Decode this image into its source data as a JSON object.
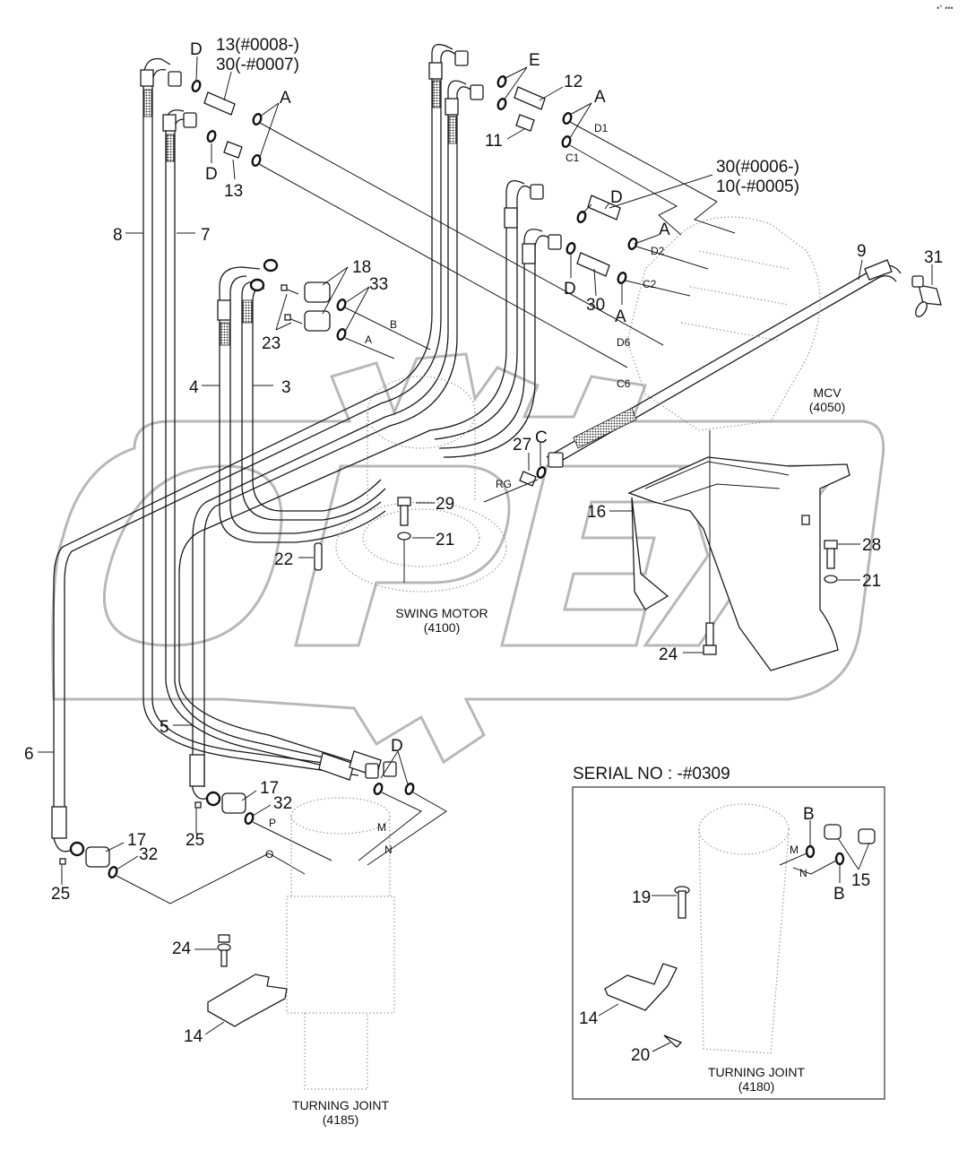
{
  "title_marks": "•° •••",
  "watermark_text": "OPEX",
  "components": {
    "mcv": {
      "name": "MCV",
      "code": "(4050)"
    },
    "swing_motor": {
      "name": "SWING MOTOR",
      "code": "(4100)"
    },
    "turning_joint_main": {
      "name": "TURNING JOINT",
      "code": "(4185)"
    },
    "turning_joint_inset": {
      "name": "TURNING JOINT",
      "code": "(4180)"
    }
  },
  "inset": {
    "serial_label": "SERIAL NO : -#0309"
  },
  "callouts": {
    "c13_30_line1": "13(#0008-)",
    "c13_30_line2": "30(-#0007)",
    "c30_10_line1": "30(#0006-)",
    "c30_10_line2": "10(-#0005)",
    "d_top_left_1": "D",
    "d_top_left_2": "D",
    "a_top_left": "A",
    "n13": "13",
    "e_top": "E",
    "n12": "12",
    "n11": "11",
    "a_top_right": "A",
    "d_mid_1": "D",
    "d_mid_2": "D",
    "a_mid_1": "A",
    "a_mid_2": "A",
    "n30": "30",
    "n8": "8",
    "n7": "7",
    "n18": "18",
    "n33": "33",
    "n23": "23",
    "n4": "4",
    "n3": "3",
    "n9": "9",
    "n31": "31",
    "n27": "27",
    "c_fit": "C",
    "n16": "16",
    "n29": "29",
    "n21_motor": "21",
    "n22": "22",
    "n28": "28",
    "n21_bracket": "21",
    "n24_bracket": "24",
    "n5": "5",
    "n6": "6",
    "d_bottom": "D",
    "n17_right": "17",
    "n32_right": "32",
    "n25_right": "25",
    "n17_left": "17",
    "n32_left": "32",
    "n25_left": "25",
    "n24_joint": "24",
    "n14_joint": "14",
    "inset_b_top": "B",
    "inset_b_bottom": "B",
    "inset_15": "15",
    "inset_19": "19",
    "inset_14": "14",
    "inset_20": "20"
  },
  "ports": {
    "d1": "D1",
    "c1": "C1",
    "d2": "D2",
    "c2": "C2",
    "d6": "D6",
    "c6": "C6",
    "b": "B",
    "a": "A",
    "rg": "RG",
    "p": "P",
    "o": "O",
    "m": "M",
    "n": "N",
    "inset_m": "M",
    "inset_n": "N"
  }
}
